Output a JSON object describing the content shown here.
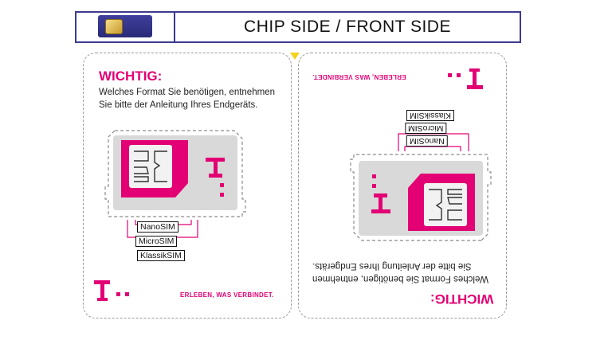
{
  "header": {
    "title": "CHIP SIDE / FRONT SIDE",
    "icon": "sim-card-icon"
  },
  "left_card": {
    "heading": "WICHTIG:",
    "description_line1": "Welches Format Sie benötigen, entnehmen",
    "description_line2": "Sie bitte der Anleitung Ihres Endgeräts.",
    "formats": [
      "NanoSIM",
      "MicroSIM",
      "KlassikSIM"
    ],
    "slogan": "ERLEBEN, WAS VERBINDET."
  },
  "right_card": {
    "heading": "WICHTIG:",
    "description_line1": "Welches Format Sie benötigen, entnehmen",
    "description_line2": "Sie bitte der Anleitung Ihres Endgeräts.",
    "formats": [
      "NanoSIM",
      "MicroSIM",
      "KlassikSIM"
    ],
    "slogan": "ERLEBEN, WAS VERBINDET.",
    "orientation": "rotated-180"
  },
  "colors": {
    "magenta": "#e20074",
    "header_border": "#3d3a8f",
    "outline": "#9a9a9a",
    "notch": "#f2d21b"
  }
}
